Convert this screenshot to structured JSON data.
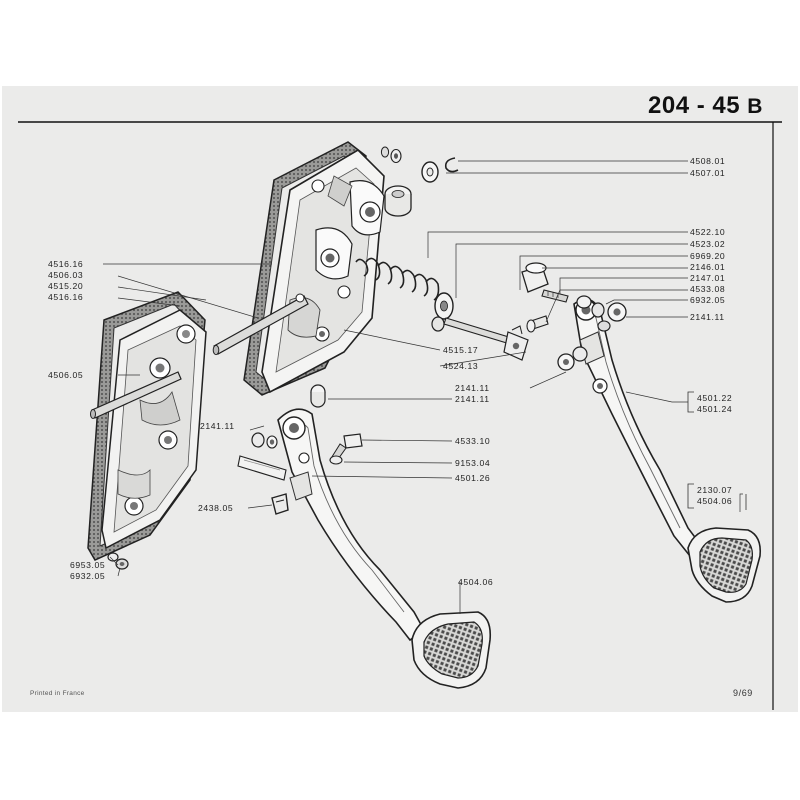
{
  "header": {
    "title_main": "204 - 45",
    "title_suffix": "B"
  },
  "footer": {
    "printed": "Printed in France",
    "page": "9/69"
  },
  "parts": {
    "p4508_01": "4508.01",
    "p4507_01": "4507.01",
    "p4522_10": "4522.10",
    "p4523_02": "4523.02",
    "p6969_20": "6969.20",
    "p2146_01": "2146.01",
    "p2147_01": "2147.01",
    "p4533_08": "4533.08",
    "p6932_05_right": "6932.05",
    "p2141_11_right": "2141.11",
    "p4516_16_top": "4516.16",
    "p4506_03": "4506.03",
    "p4515_20": "4515.20",
    "p4516_16_bottom": "4516.16",
    "p4506_05": "4506.05",
    "p4515_17": "4515.17",
    "p4524_13": "4524.13",
    "p2141_11_mid_a": "2141.11",
    "p2141_11_mid_b": "2141.11",
    "p4501_22": "4501.22",
    "p4501_24": "4501.24",
    "p2141_11_left": "2141.11",
    "p4533_10": "4533.10",
    "p9153_04": "9153.04",
    "p4501_26": "4501.26",
    "p2438_05": "2438.05",
    "p2130_07": "2130.07",
    "p4504_06_right": "4504.06",
    "p4504_06_bottom": "4504.06",
    "p6953_05": "6953.05",
    "p6932_05_left": "6932.05"
  }
}
